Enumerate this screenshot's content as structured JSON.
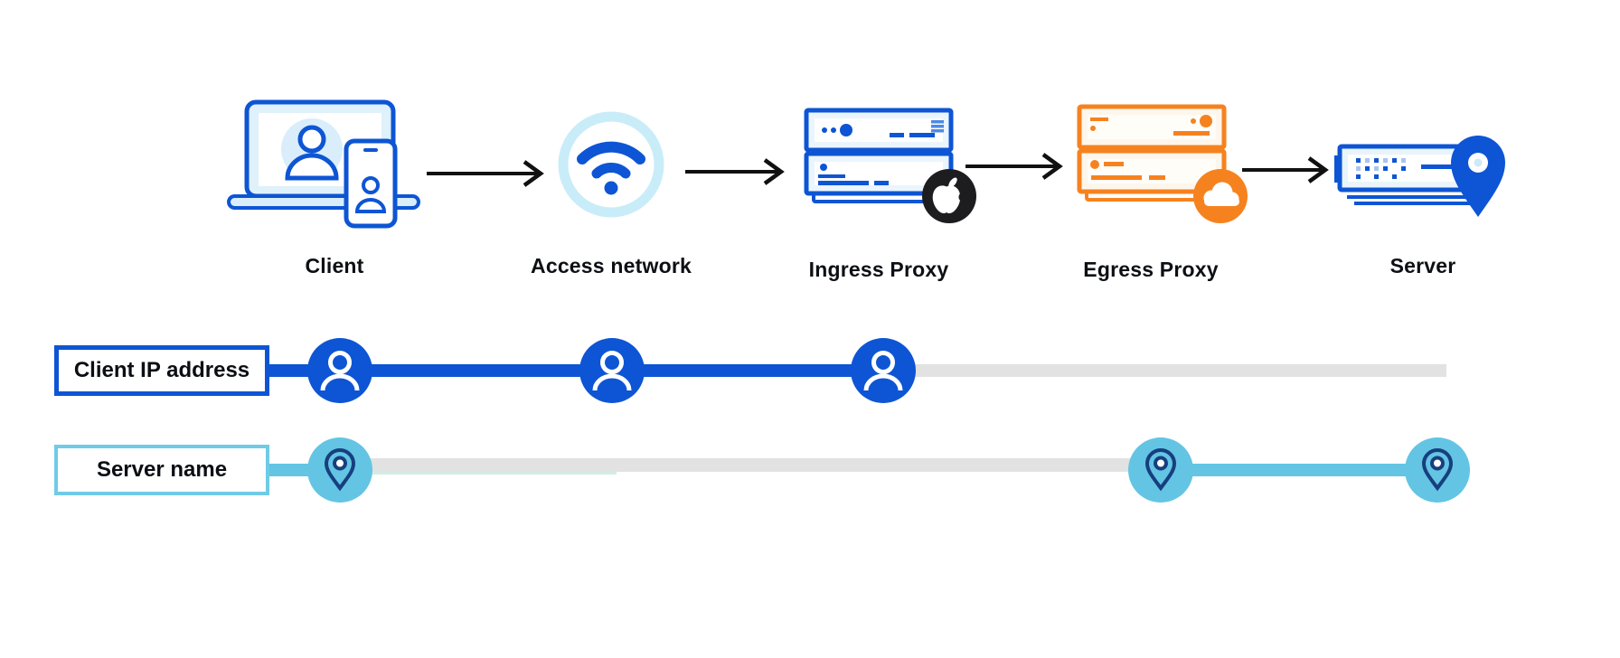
{
  "diagram": {
    "nodes": [
      {
        "label": "Client",
        "icon": "client-devices-icon"
      },
      {
        "label": "Access network",
        "icon": "wifi-icon"
      },
      {
        "label": "Ingress Proxy",
        "icon": "server-stack-blue-icon"
      },
      {
        "label": "Egress Proxy",
        "icon": "server-stack-orange-icon"
      },
      {
        "label": "Server",
        "icon": "server-location-icon"
      }
    ],
    "node_badges": [
      {
        "node": "Ingress Proxy",
        "icon": "apple-logo-badge",
        "color": "#1d1d1f"
      },
      {
        "node": "Egress Proxy",
        "icon": "cloudflare-logo-badge",
        "color": "#f6821f"
      }
    ],
    "tracks": [
      {
        "label": "Client IP address",
        "marker_icon": "person-icon",
        "line_color": "#0d55d4",
        "marker_positions": [
          "Client",
          "Access network",
          "Ingress Proxy"
        ]
      },
      {
        "label": "Server name",
        "marker_icon": "location-pin-icon",
        "line_color": "#63c5e3",
        "marker_positions": [
          "Client",
          "Egress Proxy",
          "Server"
        ]
      }
    ],
    "colors": {
      "primary_blue": "#0d55d4",
      "sky_blue": "#63c5e3",
      "pale_blue": "#cdeaf8",
      "wifi_ring": "#c9ecf9",
      "orange": "#f6821f",
      "orange_fill": "#fdf6ec",
      "blue_fill": "#eaf5fd",
      "track_gray": "#e2e2e2",
      "pin_navy": "#173f7f",
      "arrow_black": "#111111"
    }
  }
}
